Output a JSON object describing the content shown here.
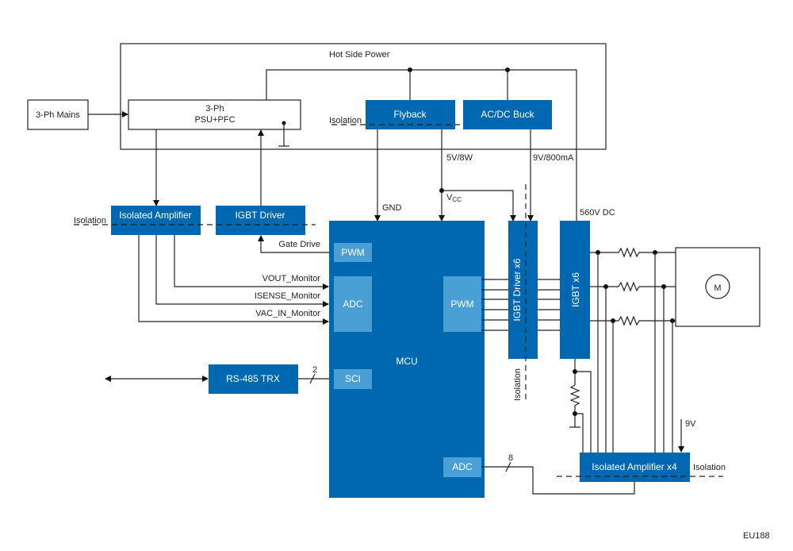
{
  "hot_side": {
    "title": "Hot Side Power"
  },
  "blocks": {
    "mains": "3-Ph Mains",
    "psu_line1": "3-Ph",
    "psu_line2": "PSU+PFC",
    "flyback": "Flyback",
    "acdc_buck": "AC/DC Buck",
    "isolated_amplifier": "Isolated Amplifier",
    "igbt_driver": "IGBT Driver",
    "mcu": "MCU",
    "mcu_pwm_left": "PWM",
    "mcu_adc_left": "ADC",
    "mcu_pwm_right": "PWM",
    "mcu_sci": "SCI",
    "mcu_adc_bottom": "ADC",
    "igbt_driver_x6": "IGBT Driver x6",
    "igbt_x6": "IGBT x6",
    "rs485": "RS-485 TRX",
    "iso_amp_x4": "Isolated Amplifier x4",
    "motor": "M"
  },
  "labels": {
    "isolation": "Isolation",
    "gnd": "GND",
    "vcc_main": "V",
    "vcc_sub": "CC",
    "v5": "5V/8W",
    "v9_800": "9V/800mA",
    "v560": "560V DC",
    "gate_drive": "Gate Drive",
    "vout": "VOUT_Monitor",
    "isense": "ISENSE_Monitor",
    "vac_in": "VAC_IN_Monitor",
    "bus_sci": "2",
    "bus_adc": "8",
    "v9": "9V",
    "figure_id": "EU188"
  }
}
